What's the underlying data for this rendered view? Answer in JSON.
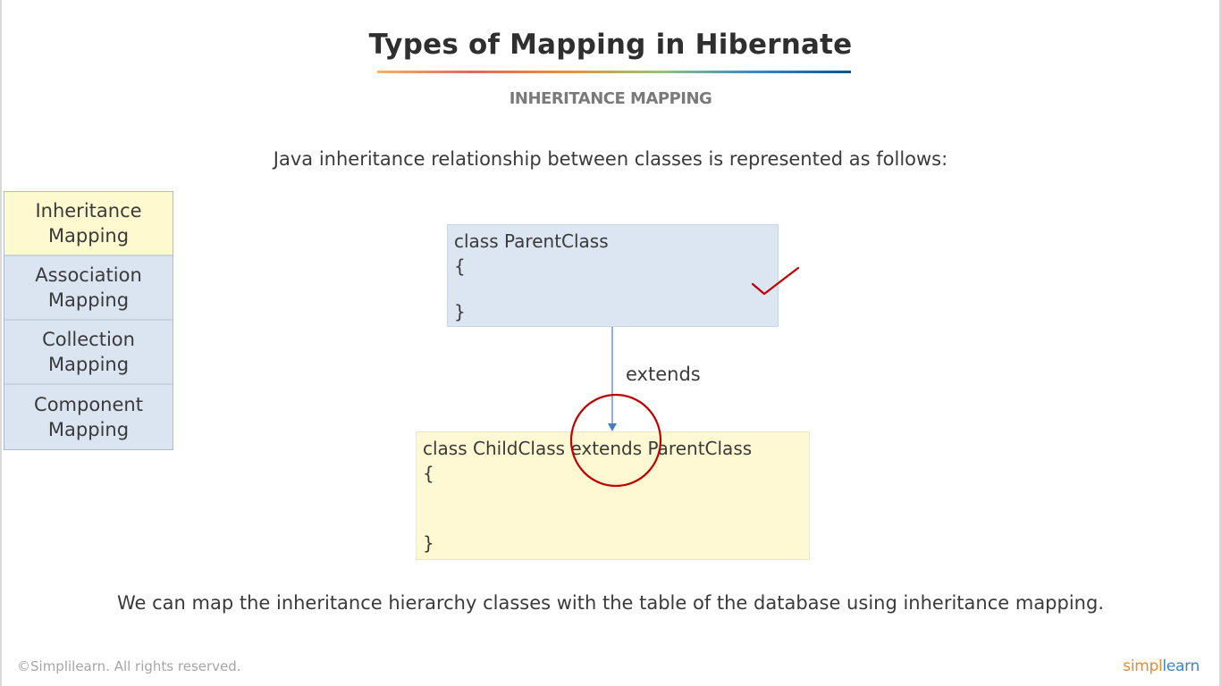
{
  "slide": {
    "title": "Types of Mapping in Hibernate",
    "subtitle": "INHERITANCE MAPPING",
    "intro": "Java inheritance relationship between classes is represented as follows:",
    "summary": "We can map the inheritance hierarchy classes with the table of the database using inheritance mapping."
  },
  "side_menu": {
    "items": [
      {
        "line1": "Inheritance",
        "line2": "Mapping",
        "active": true
      },
      {
        "line1": "Association",
        "line2": "Mapping",
        "active": false
      },
      {
        "line1": "Collection",
        "line2": "Mapping",
        "active": false
      },
      {
        "line1": "Component",
        "line2": "Mapping",
        "active": false
      }
    ]
  },
  "diagram": {
    "parent_box": {
      "line1": "class ParentClass",
      "open_brace": "{",
      "close_brace": "}"
    },
    "arrow_label": "extends",
    "child_box": {
      "line1": "class ChildClass extends ParentClass",
      "open_brace": "{",
      "close_brace": "}"
    },
    "annotations": {
      "checkmark_color": "#c00000",
      "circle_color": "#c00000"
    }
  },
  "footer": {
    "copyright": "©Simplilearn. All rights reserved.",
    "brand_head": "simpl",
    "brand_tail": "learn"
  },
  "colors": {
    "active_tab_bg": "#fef9cf",
    "inactive_tab_bg": "#dbe5f1",
    "parent_box_bg": "#dce5f2",
    "child_box_bg": "#fef9d2",
    "arrow": "#4a7ebb"
  }
}
